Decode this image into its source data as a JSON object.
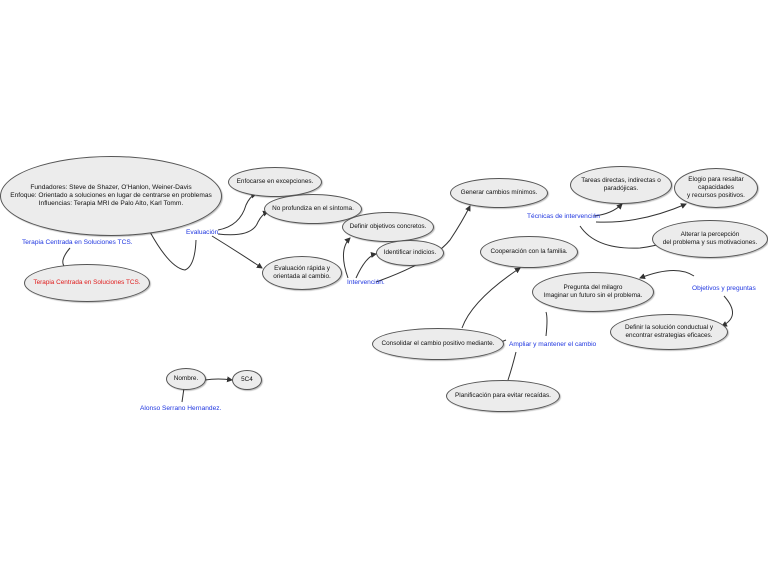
{
  "colors": {
    "blue_label": "#1f36e0",
    "red_label": "#e01b1b",
    "node_fill": "#ececec",
    "edge": "#333333"
  },
  "nodes": {
    "fundadores": "Fundadores: Steve de Shazer, O'Hanlon, Weiner-Davis\nEnfoque: Orientado a soluciones en lugar de centrarse en problemas\nInfluencias: Terapia MRI de Palo Alto, Karl Tomm.",
    "tcs_red": "Terapia Centrada en Soluciones TCS.",
    "enfocarse": "Enfocarse en excepciones.",
    "no_profundiza": "No profundiza en el síntoma.",
    "evaluacion_rapida": "Evaluación rápida y\norientada al cambio.",
    "definir_objetivos": "Definir objetivos concretos.",
    "identificar": "Identificar indicios.",
    "generar": "Generar cambios mínimos.",
    "cooperacion": "Cooperación con la familia.",
    "tareas": "Tareas directas, indirectas o\nparadójicas.",
    "elogio": "Elogio para resaltar\ncapacidades\ny recursos positivos.",
    "alterar": "Alterar la percepción\ndel problema y sus motivaciones.",
    "pregunta": "Pregunta del milagro\nImaginar un futuro sin el problema.",
    "definir_solucion": "Definir la solución conductual y\nencontrar estrategias eficaces.",
    "consolidar": "Consolidar el cambio positivo mediante.",
    "planificacion": "Planificación para evitar recaídas.",
    "nombre": "Nombre.",
    "grupo": "5C4"
  },
  "labels": {
    "tcs_blue": "Terapia Centrada en Soluciones TCS.",
    "evaluacion": "Evaluación.",
    "intervencion": "Intervención.",
    "tecnicas": "Técnicas de intervención",
    "objetivos_preguntas": "Objetivos y preguntas",
    "ampliar": "Ampliar y mantener el cambio",
    "autor": "Alonso Serrano Hernandez."
  }
}
